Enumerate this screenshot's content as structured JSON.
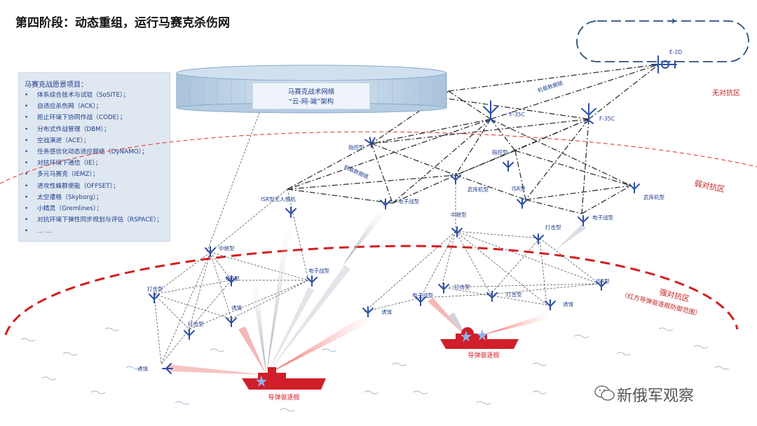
{
  "title": "第四阶段：动态重组，运行马赛克杀伤网",
  "panel": {
    "heading": "马赛克战愿景项目：",
    "items": [
      "体系综合技术与试验（SoSITE）；",
      "自适应杀伤网（ACK）；",
      "拒止环境下协同作战（CODE）；",
      "分布式作战管理（DBM）；",
      "空战演进（ACE）；",
      "任务感优化动态适应网络（DyNAMO）；",
      "对抗环境下通信（IE）；",
      "多元马赛克（IEMZ）；",
      "进攻性蜂群使能（OFFSET）；",
      "太空遭格（Skyborg）；",
      "小精灵（Gremlines）；",
      "对抗环境下弹性同步规划与评估（RSPACE）；",
      "… …"
    ]
  },
  "cloud": {
    "line1": "马赛克战术网络",
    "line2": "“云-网-端”架构"
  },
  "zones": {
    "none": "无对抗区",
    "weak": "弱对抗区",
    "strong": "强对抗区",
    "strong_note": "（红方导弹驱逐舰防御范围）"
  },
  "labels": {
    "e2d": "E-2D",
    "f35_a": "F-35C",
    "f35_b": "F-35C",
    "airborne_link_1": "机载数据链",
    "airborne_link_2": "机载数据链",
    "command_1": "指控型",
    "command_2": "指控型",
    "isr_uav": "ISR型无人僚机",
    "ew_1": "电子战型",
    "arsenal_1": "武库机型",
    "relay_1": "中继型",
    "isr_1": "ISR型",
    "arsenal_2": "武库机型",
    "ew_2": "电子战型",
    "strike_1": "打击型",
    "relay_2": "中继型",
    "ew_3": "电子战型",
    "isr_2": "ISR型",
    "strike_2": "打击型",
    "decoy_1": "诱饵",
    "strike_3": "打击型",
    "decoy_2": "诱饵",
    "ew_4": "电子战型",
    "strike_4": "打击型",
    "isr_3": "ISR型",
    "strike_5": "打击型",
    "decoy_3": "诱饵",
    "decoy_4": "诱饵",
    "ship_1": "导弹驱逐舰",
    "ship_2": "导弹驱逐舰"
  },
  "watermark": "新俄军观察",
  "colors": {
    "blue": "#2f4fa6",
    "red": "#d42020",
    "dark": "#333333"
  }
}
